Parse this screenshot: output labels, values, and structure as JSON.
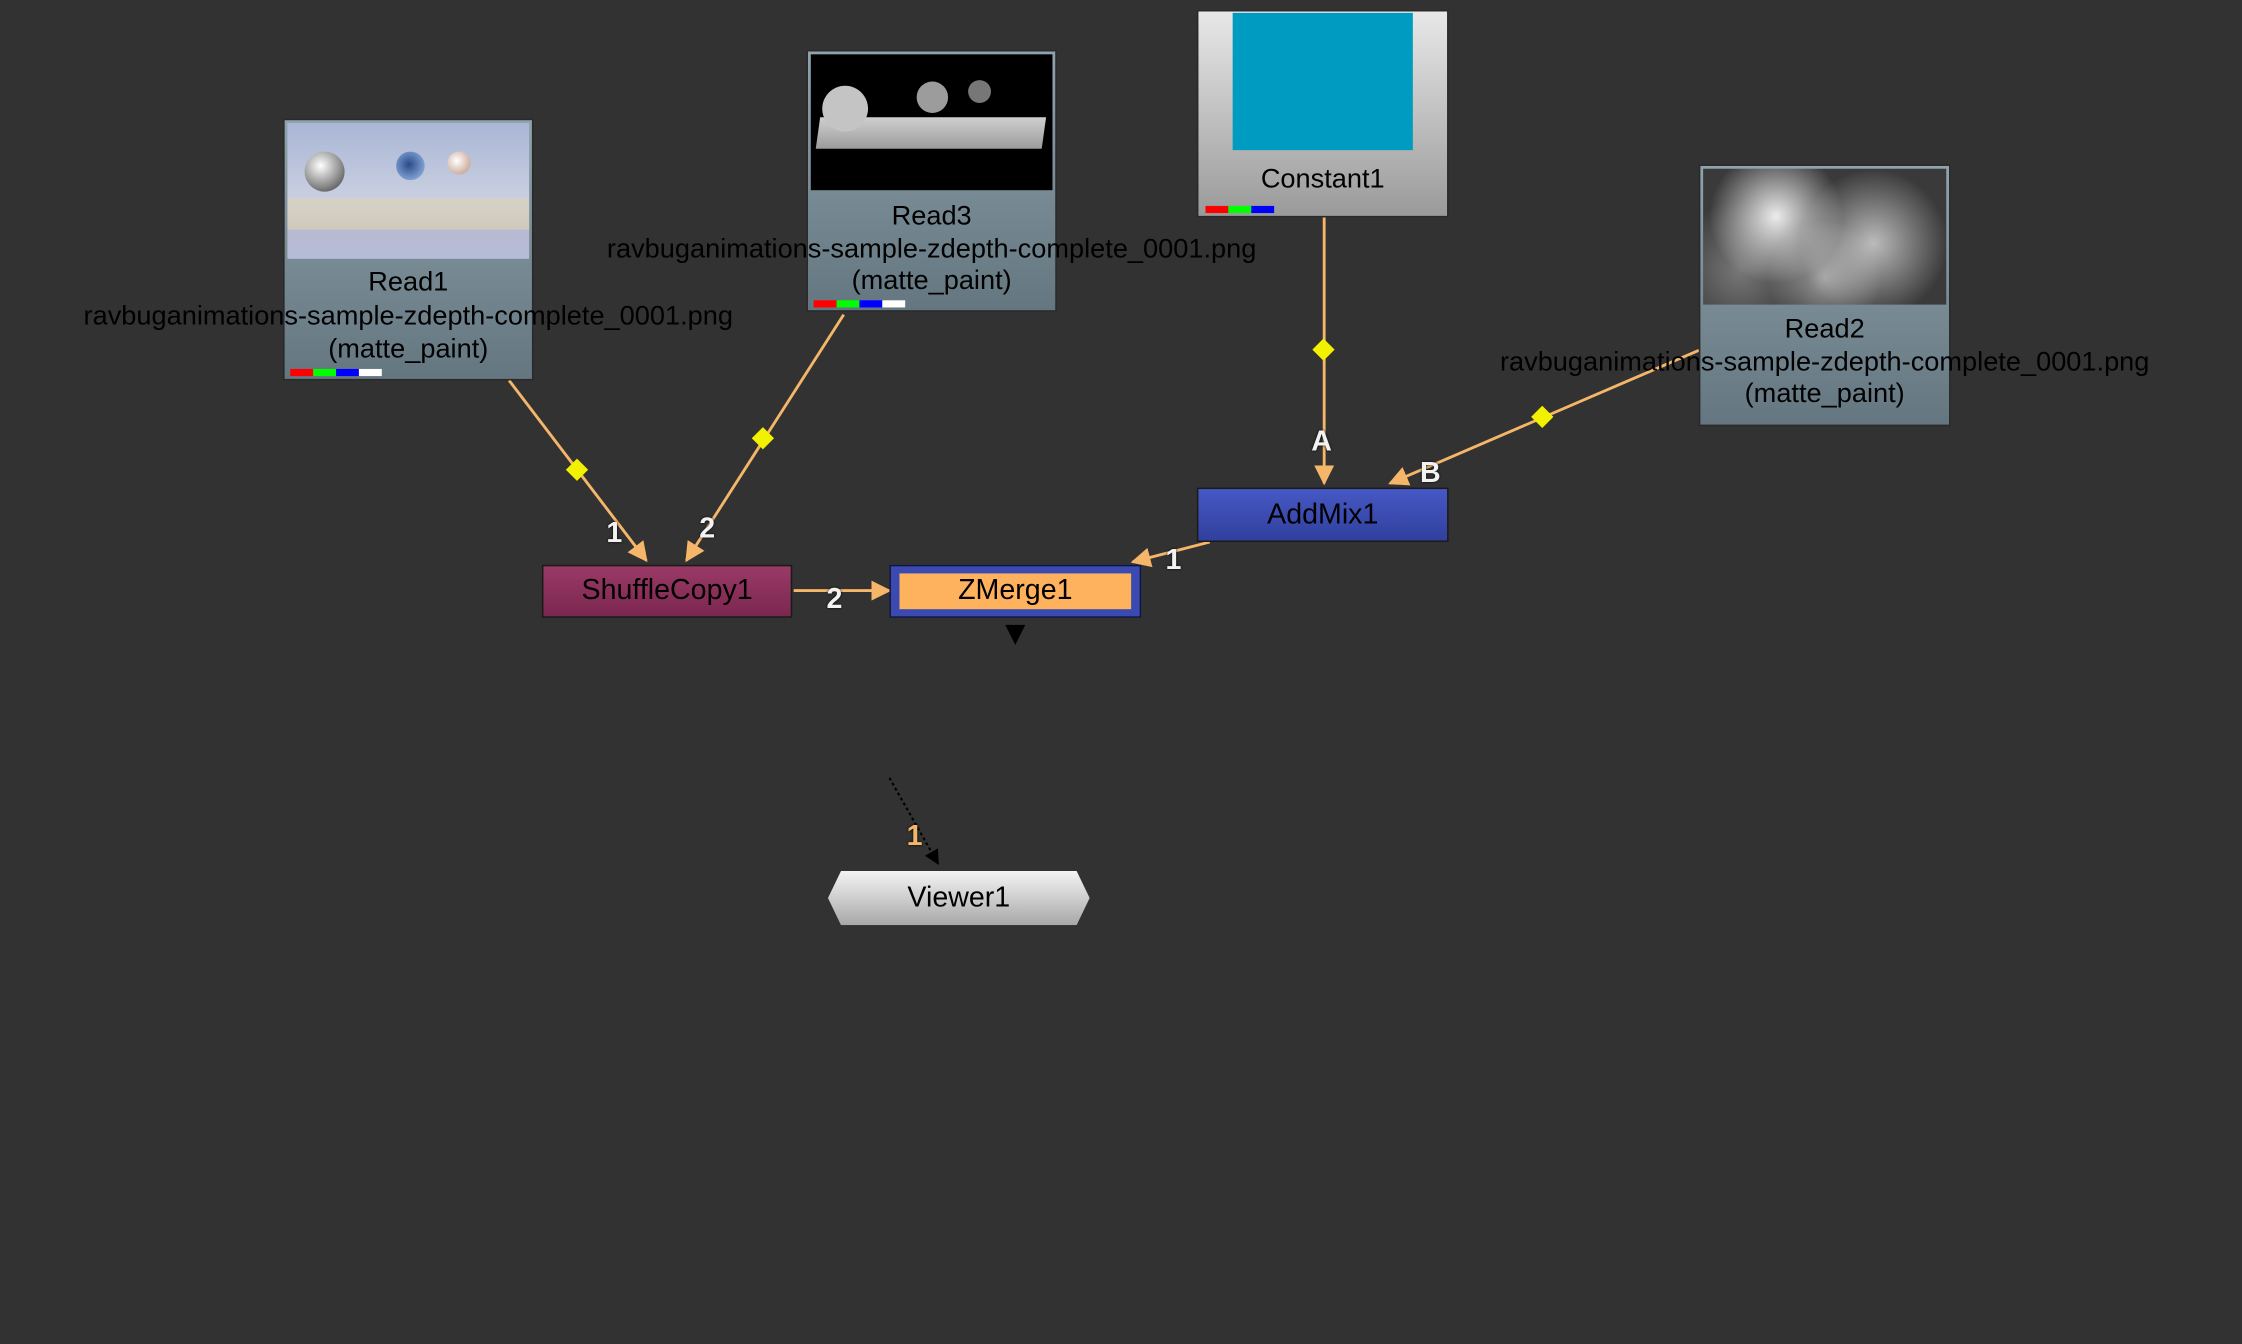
{
  "colors": {
    "background": "#323232",
    "wire": "#f5b66a",
    "wire_dot": "#f2f200",
    "read_node": "#7f939c",
    "shufflecopy": "#8a2f58",
    "addmix": "#3a4ab0",
    "zmerge_fill": "#ffb25e",
    "constant_swatch": "#009bc0"
  },
  "nodes": {
    "read1": {
      "title": "Read1",
      "filename": "ravbuganimations-sample-zdepth-complete_0001.png",
      "layer": "(matte_paint)",
      "channels": [
        "#ff0000",
        "#00ff00",
        "#0000ff",
        "#ffffff"
      ]
    },
    "read3": {
      "title": "Read3",
      "filename": "ravbuganimations-sample-zdepth-complete_0001.png",
      "layer": "(matte_paint)",
      "channels": [
        "#ff0000",
        "#00ff00",
        "#0000ff",
        "#ffffff"
      ]
    },
    "read2": {
      "title": "Read2",
      "filename": "ravbuganimations-sample-zdepth-complete_0001.png",
      "layer": "(matte_paint)"
    },
    "constant1": {
      "title": "Constant1",
      "channels": [
        "#ff0000",
        "#00ff00",
        "#0000ff"
      ]
    },
    "shufflecopy1": {
      "title": "ShuffleCopy1"
    },
    "zmerge1": {
      "title": "ZMerge1"
    },
    "addmix1": {
      "title": "AddMix1"
    },
    "viewer1": {
      "title": "Viewer1"
    }
  },
  "input_labels": {
    "shufflecopy_in1": "1",
    "shufflecopy_in2": "2",
    "zmerge_in2": "2",
    "zmerge_in1": "1",
    "addmix_a": "A",
    "addmix_b": "B",
    "viewer_in1": "1"
  }
}
